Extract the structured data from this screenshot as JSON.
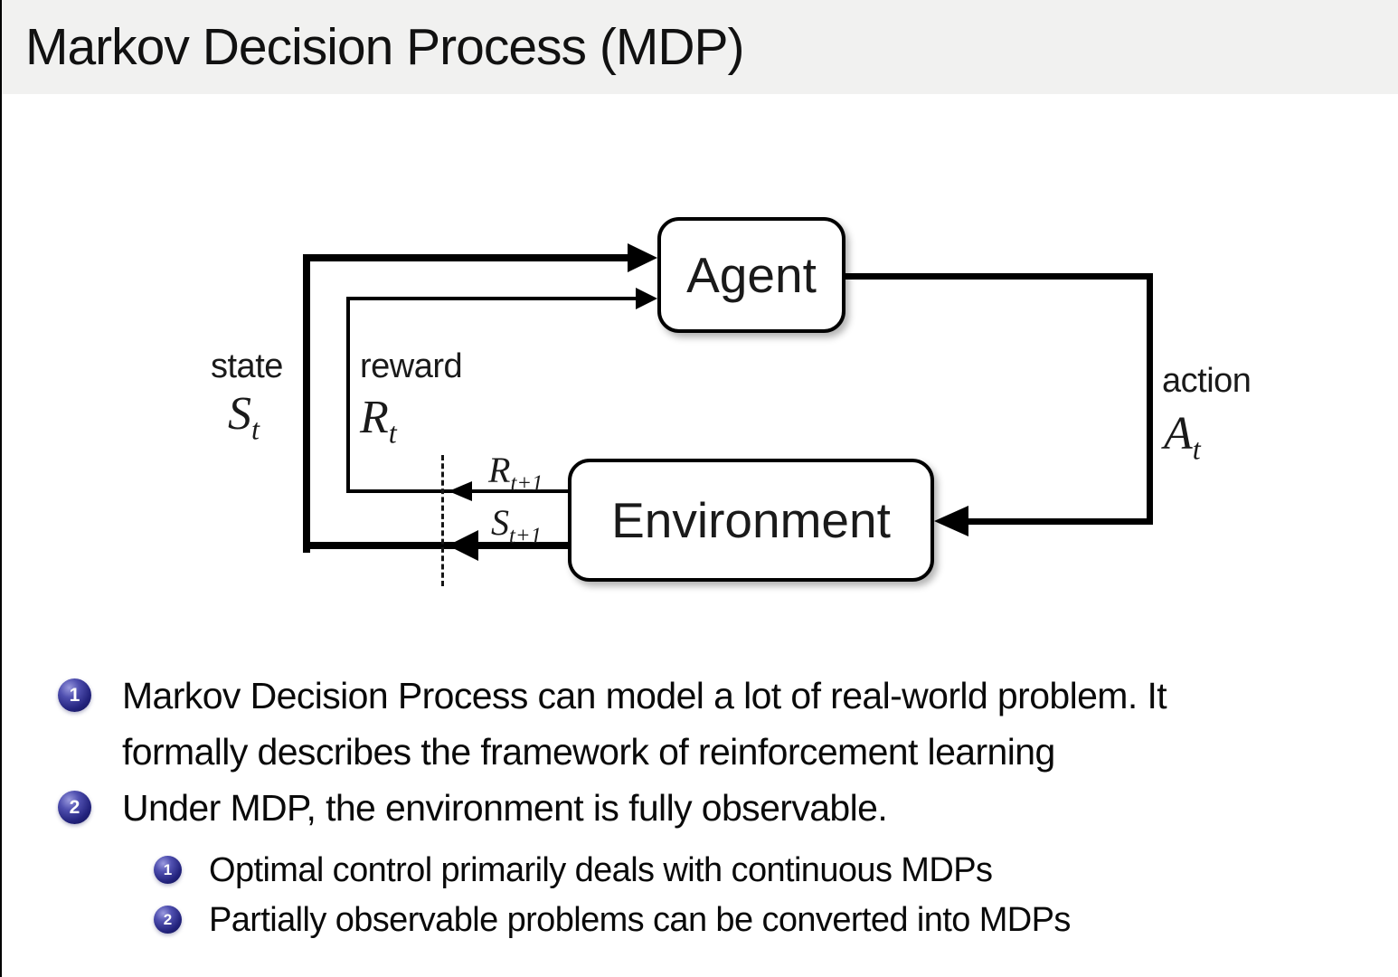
{
  "colors": {
    "ball": "#23237d",
    "title_band_bg": "#f1f1f0",
    "line": "#000000"
  },
  "slide": {
    "title": "Markov Decision Process (MDP)"
  },
  "diagram": {
    "agent_label": "Agent",
    "environment_label": "Environment",
    "state": {
      "word": "state",
      "symbol": "S",
      "sub": "t"
    },
    "reward": {
      "word": "reward",
      "symbol": "R",
      "sub": "t"
    },
    "action": {
      "word": "action",
      "symbol": "A",
      "sub": "t"
    },
    "next_reward": {
      "symbol": "R",
      "sub": "t+1"
    },
    "next_state": {
      "symbol": "S",
      "sub": "t+1"
    }
  },
  "bullets": [
    {
      "number": "1",
      "lines": [
        "Markov Decision Process can model a lot of real-world problem. It",
        "formally describes the framework of reinforcement learning"
      ]
    },
    {
      "number": "2",
      "text": "Under MDP, the environment is fully observable.",
      "sub": [
        {
          "number": "1",
          "text": "Optimal control primarily deals with continuous MDPs"
        },
        {
          "number": "2",
          "text": "Partially observable problems can be converted into MDPs"
        }
      ]
    }
  ]
}
